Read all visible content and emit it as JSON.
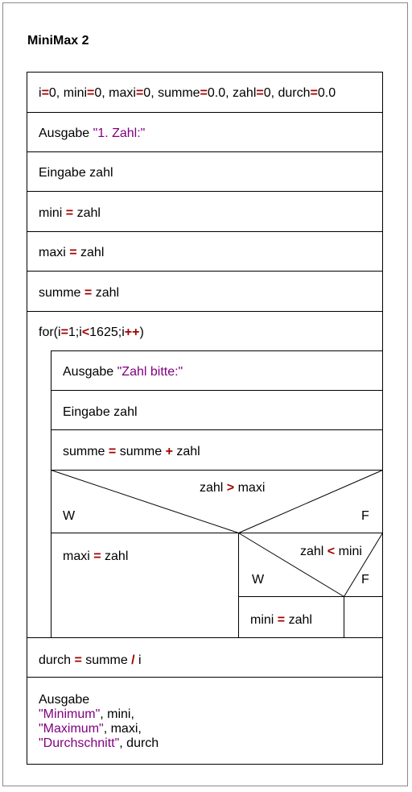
{
  "title": "MiniMax 2",
  "colors": {
    "operator": "#a00000",
    "string": "#800080",
    "text": "#000000",
    "line": "#000000"
  },
  "blocks": {
    "init": [
      {
        "t": "i",
        "c": "kw"
      },
      {
        "t": "=",
        "c": "op"
      },
      {
        "t": "0, mini",
        "c": "kw"
      },
      {
        "t": "=",
        "c": "op"
      },
      {
        "t": "0, maxi",
        "c": "kw"
      },
      {
        "t": "=",
        "c": "op"
      },
      {
        "t": "0, summe",
        "c": "kw"
      },
      {
        "t": "=",
        "c": "op"
      },
      {
        "t": "0.0, zahl",
        "c": "kw"
      },
      {
        "t": "=",
        "c": "op"
      },
      {
        "t": "0, durch",
        "c": "kw"
      },
      {
        "t": "=",
        "c": "op"
      },
      {
        "t": "0.0",
        "c": "kw"
      }
    ],
    "out1": [
      {
        "t": "Ausgabe ",
        "c": "kw"
      },
      {
        "t": "\"1. Zahl:\"",
        "c": "str"
      }
    ],
    "in1": [
      {
        "t": "Eingabe zahl",
        "c": "kw"
      }
    ],
    "mini_init": [
      {
        "t": "mini ",
        "c": "kw"
      },
      {
        "t": "=",
        "c": "op"
      },
      {
        "t": " zahl",
        "c": "kw"
      }
    ],
    "maxi_init": [
      {
        "t": "maxi ",
        "c": "kw"
      },
      {
        "t": "=",
        "c": "op"
      },
      {
        "t": " zahl",
        "c": "kw"
      }
    ],
    "summe_init": [
      {
        "t": "summe ",
        "c": "kw"
      },
      {
        "t": "=",
        "c": "op"
      },
      {
        "t": " zahl",
        "c": "kw"
      }
    ],
    "for_head": [
      {
        "t": "for(i",
        "c": "kw"
      },
      {
        "t": "=",
        "c": "op"
      },
      {
        "t": "1;i",
        "c": "kw"
      },
      {
        "t": "<",
        "c": "op"
      },
      {
        "t": "1625;i",
        "c": "kw"
      },
      {
        "t": "++",
        "c": "op"
      },
      {
        "t": ")",
        "c": "kw"
      }
    ],
    "out_loop": [
      {
        "t": "Ausgabe ",
        "c": "kw"
      },
      {
        "t": "\"Zahl bitte:\"",
        "c": "str"
      }
    ],
    "in_loop": [
      {
        "t": "Eingabe zahl",
        "c": "kw"
      }
    ],
    "summe_add": [
      {
        "t": "summe ",
        "c": "kw"
      },
      {
        "t": "=",
        "c": "op"
      },
      {
        "t": " summe ",
        "c": "kw"
      },
      {
        "t": "+",
        "c": "op"
      },
      {
        "t": " zahl",
        "c": "kw"
      }
    ],
    "if_max": [
      {
        "t": "zahl ",
        "c": "kw"
      },
      {
        "t": ">",
        "c": "op"
      },
      {
        "t": " maxi",
        "c": "kw"
      }
    ],
    "if_max_w": [
      {
        "t": "W",
        "c": "kw"
      }
    ],
    "if_max_f": [
      {
        "t": "F",
        "c": "kw"
      }
    ],
    "maxi_set": [
      {
        "t": "maxi ",
        "c": "kw"
      },
      {
        "t": "=",
        "c": "op"
      },
      {
        "t": " zahl",
        "c": "kw"
      }
    ],
    "if_min": [
      {
        "t": "zahl ",
        "c": "kw"
      },
      {
        "t": "<",
        "c": "op"
      },
      {
        "t": " mini",
        "c": "kw"
      }
    ],
    "if_min_w": [
      {
        "t": "W",
        "c": "kw"
      }
    ],
    "if_min_f": [
      {
        "t": "F",
        "c": "kw"
      }
    ],
    "mini_set": [
      {
        "t": "mini ",
        "c": "kw"
      },
      {
        "t": "=",
        "c": "op"
      },
      {
        "t": " zahl",
        "c": "kw"
      }
    ],
    "durch": [
      {
        "t": "durch ",
        "c": "kw"
      },
      {
        "t": "=",
        "c": "op"
      },
      {
        "t": " summe ",
        "c": "kw"
      },
      {
        "t": "/",
        "c": "op"
      },
      {
        "t": " i",
        "c": "kw"
      }
    ],
    "final_1": [
      {
        "t": "Ausgabe",
        "c": "kw"
      }
    ],
    "final_2": [
      {
        "t": "\"Minimum\"",
        "c": "str"
      },
      {
        "t": ", mini,",
        "c": "kw"
      }
    ],
    "final_3": [
      {
        "t": "\"Maximum\"",
        "c": "str"
      },
      {
        "t": ", maxi,",
        "c": "kw"
      }
    ],
    "final_4": [
      {
        "t": "\"Durchschnitt\"",
        "c": "str"
      },
      {
        "t": ", durch",
        "c": "kw"
      }
    ]
  }
}
